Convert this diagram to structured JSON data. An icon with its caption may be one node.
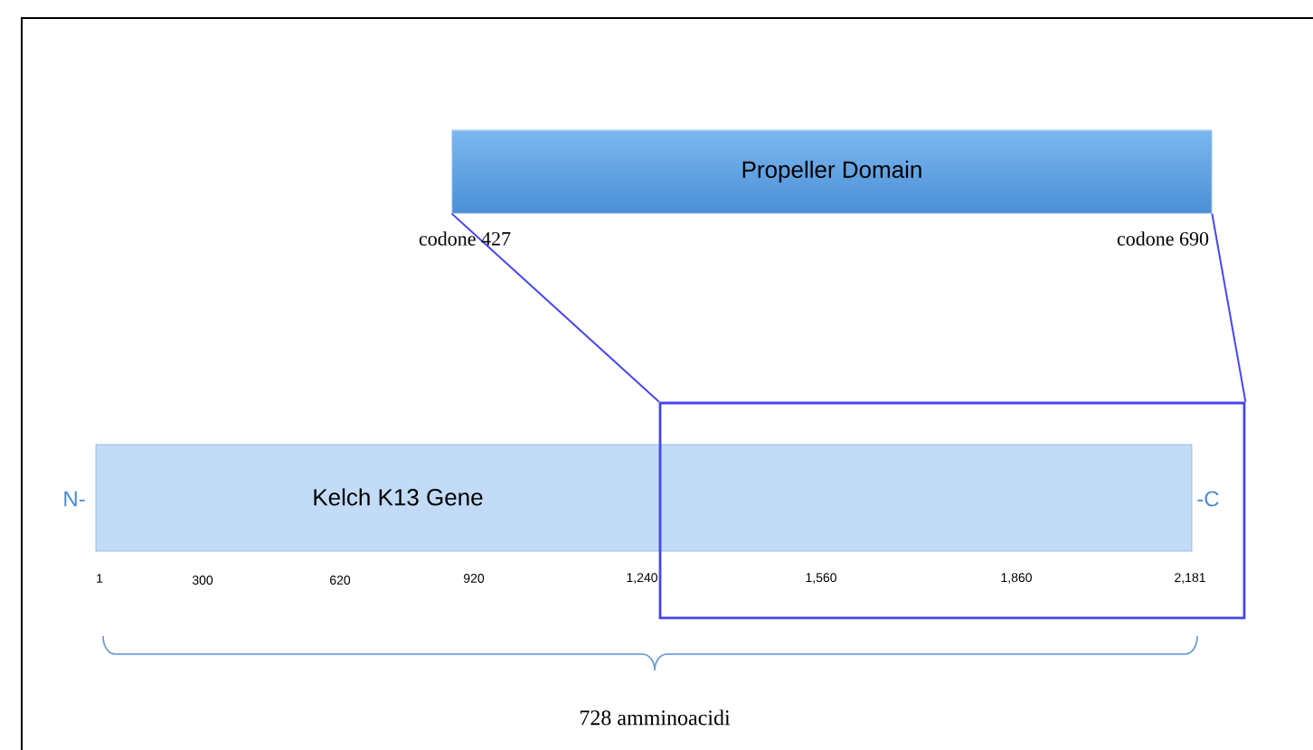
{
  "diagram": {
    "nodes": [
      {
        "text": [
          "Propeller Domain"
        ]
      },
      {
        "text": [
          "Kelch K13 Gene"
        ]
      },
      {
        "text": [],
        "shape": "box"
      }
    ],
    "edges": [
      {
        "from": 0,
        "to": 2,
        "arrow": "none"
      },
      {
        "from": 0,
        "to": 2,
        "arrow": "none"
      }
    ],
    "labels": [
      "codone 427",
      "codone 690",
      "N-",
      "-C",
      "1",
      "300",
      "620",
      "920",
      "1,240",
      "1,560",
      "1,860",
      "2,181",
      "728 amminoacidi"
    ]
  }
}
